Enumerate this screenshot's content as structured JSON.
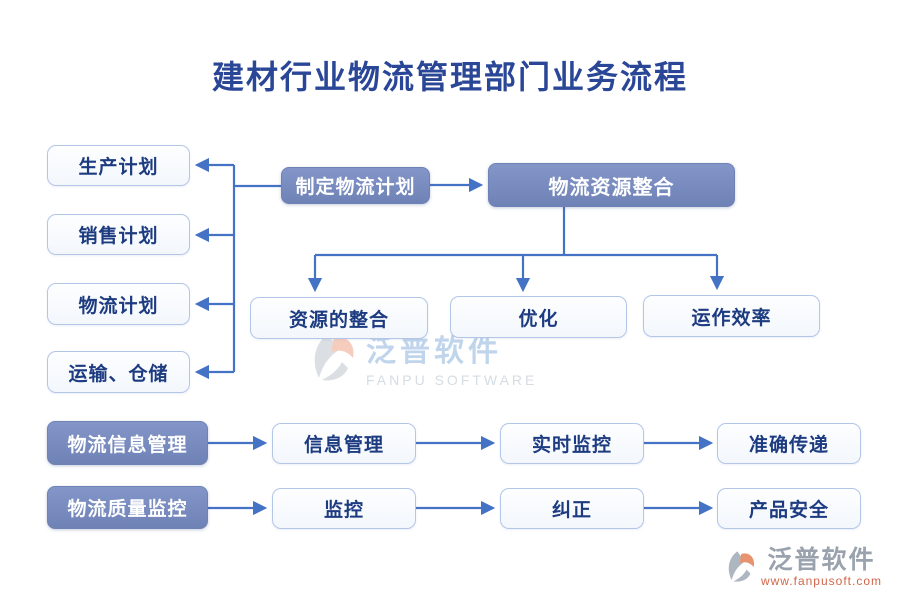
{
  "title": "建材行业物流管理部门业务流程",
  "plan_boxes": [
    {
      "label": "生产计划"
    },
    {
      "label": "销售计划"
    },
    {
      "label": "物流计划"
    },
    {
      "label": "运输、仓储"
    }
  ],
  "flow_top": {
    "make_plan": "制定物流计划",
    "resource_integration": "物流资源整合",
    "outcomes": [
      {
        "label": "资源的整合"
      },
      {
        "label": "优化"
      },
      {
        "label": "运作效率"
      }
    ]
  },
  "flow_rows": [
    {
      "head": "物流信息管理",
      "steps": [
        {
          "label": "信息管理"
        },
        {
          "label": "实时监控"
        },
        {
          "label": "准确传递"
        }
      ]
    },
    {
      "head": "物流质量监控",
      "steps": [
        {
          "label": "监控"
        },
        {
          "label": "纠正"
        },
        {
          "label": "产品安全"
        }
      ]
    }
  ],
  "watermark": {
    "brand": "泛普软件",
    "subtitle": "FANPU SOFTWARE"
  },
  "footer_logo": {
    "brand": "泛普软件",
    "url": "www.fanpusoft.com"
  },
  "colors": {
    "connector_blue": "#4472C4",
    "filled_node": "#7689BE",
    "light_node_border": "#B3C6E7",
    "title_text": "#2A4696",
    "node_text": "#1D3B80",
    "logo_orange": "#E8936F",
    "logo_gray": "#AEB6C0",
    "url_orange": "#D2664A"
  }
}
